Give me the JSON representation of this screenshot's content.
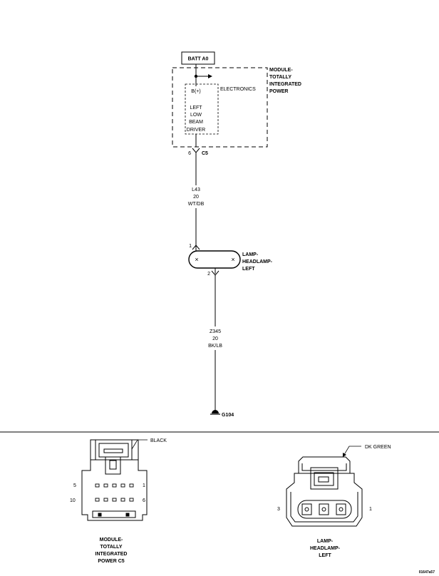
{
  "schematic": {
    "source_box": "BATT A0",
    "module_label": [
      "MODULE-",
      "TOTALLY",
      "INTEGRATED",
      "POWER"
    ],
    "electronics_label": "ELECTRONICS",
    "driver_label": [
      "B(+)",
      "",
      "LEFT",
      "LOW",
      "BEAM",
      "DRIVER"
    ],
    "module_pin": "6",
    "module_connector": "C5",
    "wire1": [
      "L43",
      "20",
      "WT/DB"
    ],
    "lamp_pin_in": "1",
    "lamp_pin_out": "2",
    "lamp_label": [
      "LAMP-",
      "HEADLAMP-",
      "LEFT"
    ],
    "wire2": [
      "Z345",
      "20",
      "BK/LB"
    ],
    "ground": "G104"
  },
  "connectors": {
    "tipm": {
      "color_callout": "BLACK",
      "pins": [
        "5",
        "1",
        "10",
        "6"
      ],
      "caption": [
        "MODULE-",
        "TOTALLY",
        "INTEGRATED",
        "POWER C5"
      ]
    },
    "lamp": {
      "color_callout": "DK GREEN",
      "pins": [
        "3",
        "1"
      ],
      "caption": [
        "LAMP-",
        "HEADLAMP-",
        "LEFT"
      ]
    }
  },
  "figure_id": "01647a57"
}
